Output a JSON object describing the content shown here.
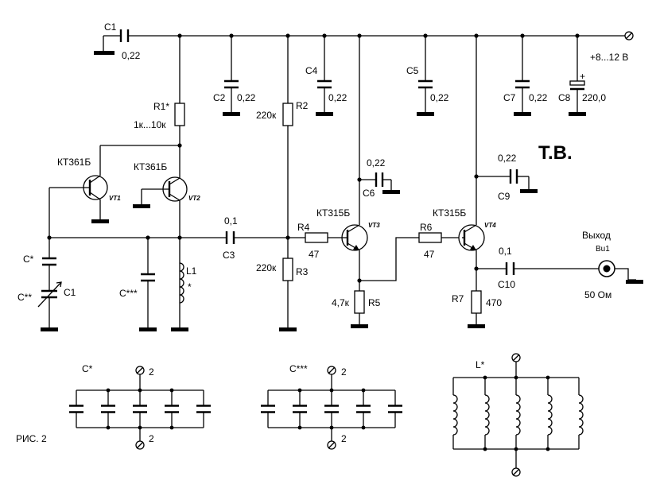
{
  "brand": {
    "text": "T.B.",
    "color": "#3d4fa8"
  },
  "figure_caption": "РИС. 2",
  "power": {
    "label": "+8...12 В"
  },
  "output": {
    "title": "Выход",
    "connector": "Bu1",
    "impedance": "50 Ом"
  },
  "capacitors": {
    "c1": {
      "ref": "C1",
      "value": "0,22"
    },
    "c2": {
      "ref": "C2",
      "value": "0,22"
    },
    "c3": {
      "ref": "C3",
      "value": "0,1"
    },
    "c4": {
      "ref": "C4",
      "value": "0,22"
    },
    "c5": {
      "ref": "C5",
      "value": "0,22"
    },
    "c6": {
      "ref": "C6",
      "value": "0,22"
    },
    "c7": {
      "ref": "C7",
      "value": "0,22"
    },
    "c8": {
      "ref": "C8",
      "value": "220,0",
      "polarity": "+"
    },
    "c9": {
      "ref": "C9",
      "value": "0,22"
    },
    "c10": {
      "ref": "C10",
      "value": "0,1"
    },
    "c_star": {
      "ref": "C*"
    },
    "c_2star": {
      "ref": "C**",
      "extra": "C1"
    },
    "c_3star": {
      "ref": "C***"
    }
  },
  "resistors": {
    "r1": {
      "ref": "R1*",
      "value": "1к...10к"
    },
    "r2": {
      "ref": "R2",
      "value": "220к"
    },
    "r3": {
      "ref": "R3",
      "value": "220к"
    },
    "r4": {
      "ref": "R4",
      "value": "47"
    },
    "r5": {
      "ref": "R5",
      "value": "4,7к"
    },
    "r6": {
      "ref": "R6",
      "value": "47"
    },
    "r7": {
      "ref": "R7",
      "value": "470"
    }
  },
  "transistors": {
    "vt1": {
      "type": "КТ361Б",
      "ref": "VT1"
    },
    "vt2": {
      "type": "КТ361Б",
      "ref": "VT2"
    },
    "vt3": {
      "type": "КТ315Б",
      "ref": "VT3"
    },
    "vt4": {
      "type": "КТ315Б",
      "ref": "VT4"
    }
  },
  "inductor": {
    "ref": "L1",
    "mark": "*"
  },
  "details": {
    "c_star": {
      "title": "C*",
      "pin_top": "2",
      "pin_bottom": "2"
    },
    "c_3star": {
      "title": "C***",
      "pin_top": "2",
      "pin_bottom": "2"
    },
    "l_star": {
      "title": "L*"
    }
  }
}
